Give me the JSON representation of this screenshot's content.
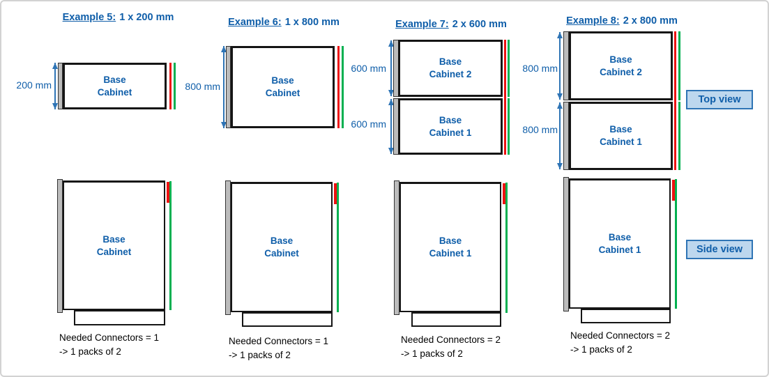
{
  "badges": {
    "top_view": "Top view",
    "side_view": "Side view"
  },
  "colors": {
    "text_blue": "#0F5EA9",
    "arrow_blue": "#2E74B5",
    "connector_red": "#EE1111",
    "connector_green": "#00B050",
    "panel_gray": "#BCBCBC",
    "badge_fill": "#BDD7EE",
    "badge_border": "#2E74B5"
  },
  "examples": [
    {
      "title_prefix": "Example 5:",
      "title_rest": "1 x 200 mm",
      "top": {
        "cabinets": [
          {
            "dim": "200 mm",
            "line1": "Base",
            "line2": "Cabinet"
          }
        ]
      },
      "side": {
        "line1": "Base",
        "line2": "Cabinet"
      },
      "connectors": {
        "line1": "Needed Connectors = 1",
        "line2": "-> 1 packs of 2"
      }
    },
    {
      "title_prefix": "Example 6:",
      "title_rest": "1 x 800 mm",
      "top": {
        "cabinets": [
          {
            "dim": "800 mm",
            "line1": "Base",
            "line2": "Cabinet"
          }
        ]
      },
      "side": {
        "line1": "Base",
        "line2": "Cabinet"
      },
      "connectors": {
        "line1": "Needed Connectors = 1",
        "line2": "-> 1 packs of 2"
      }
    },
    {
      "title_prefix": "Example 7:",
      "title_rest": "2 x 600 mm",
      "top": {
        "cabinets": [
          {
            "dim": "600 mm",
            "line1": "Base",
            "line2": "Cabinet 2"
          },
          {
            "dim": "600 mm",
            "line1": "Base",
            "line2": "Cabinet 1"
          }
        ]
      },
      "side": {
        "line1": "Base",
        "line2": "Cabinet 1"
      },
      "connectors": {
        "line1": "Needed Connectors = 2",
        "line2": "-> 1 packs of 2"
      }
    },
    {
      "title_prefix": "Example 8:",
      "title_rest": "2 x 800 mm",
      "top": {
        "cabinets": [
          {
            "dim": "800 mm",
            "line1": "Base",
            "line2": "Cabinet 2"
          },
          {
            "dim": "800 mm",
            "line1": "Base",
            "line2": "Cabinet 1"
          }
        ]
      },
      "side": {
        "line1": "Base",
        "line2": "Cabinet 1"
      },
      "connectors": {
        "line1": "Needed Connectors = 2",
        "line2": "-> 1 packs of 2"
      }
    }
  ]
}
